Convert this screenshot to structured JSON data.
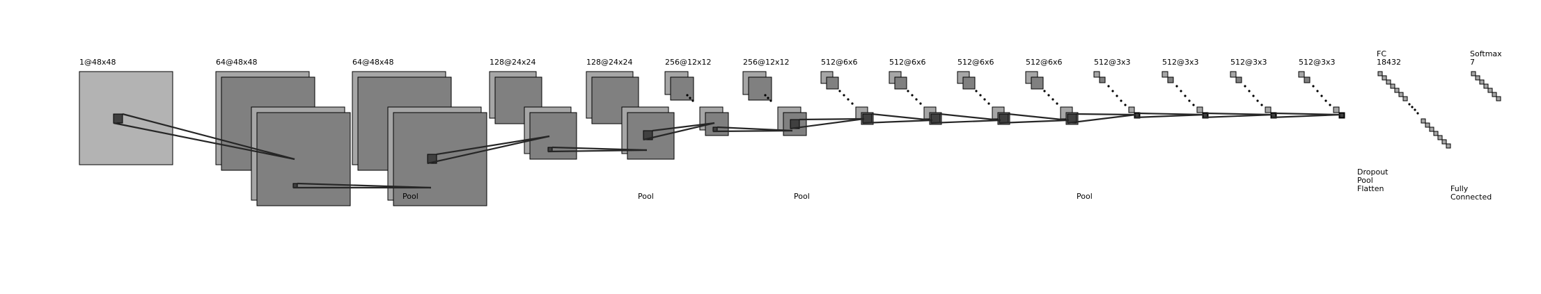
{
  "diagram": {
    "layers": [
      {
        "label": "1@48x48"
      },
      {
        "label": "64@48x48"
      },
      {
        "label": "64@48x48"
      },
      {
        "label": "128@24x24"
      },
      {
        "label": "128@24x24"
      },
      {
        "label": "256@12x12"
      },
      {
        "label": "256@12x12"
      },
      {
        "label": "512@6x6"
      },
      {
        "label": "512@6x6"
      },
      {
        "label": "512@6x6"
      },
      {
        "label": "512@6x6"
      },
      {
        "label": "512@3x3"
      },
      {
        "label": "512@3x3"
      },
      {
        "label": "512@3x3"
      },
      {
        "label": "512@3x3"
      }
    ],
    "fc": {
      "line1": "FC",
      "line2": "18432"
    },
    "softmax": {
      "line1": "Softmax",
      "line2": "7"
    },
    "operations": {
      "pool_1": "Pool",
      "pool_2": "Pool",
      "pool_3": "Pool",
      "pool_4": "Pool",
      "dropout_line1": "Dropout",
      "dropout_line2": "Pool",
      "dropout_line3": "Flatten",
      "fully_connected_line1": "Fully",
      "fully_connected_line2": "Connected"
    },
    "colors": {
      "input_fill": "#b3b3b3",
      "back_fill": "#a6a6a6",
      "front_fill": "#808080",
      "kernel_fill": "#404040",
      "stroke": "#000000",
      "connection": "#262626"
    }
  }
}
